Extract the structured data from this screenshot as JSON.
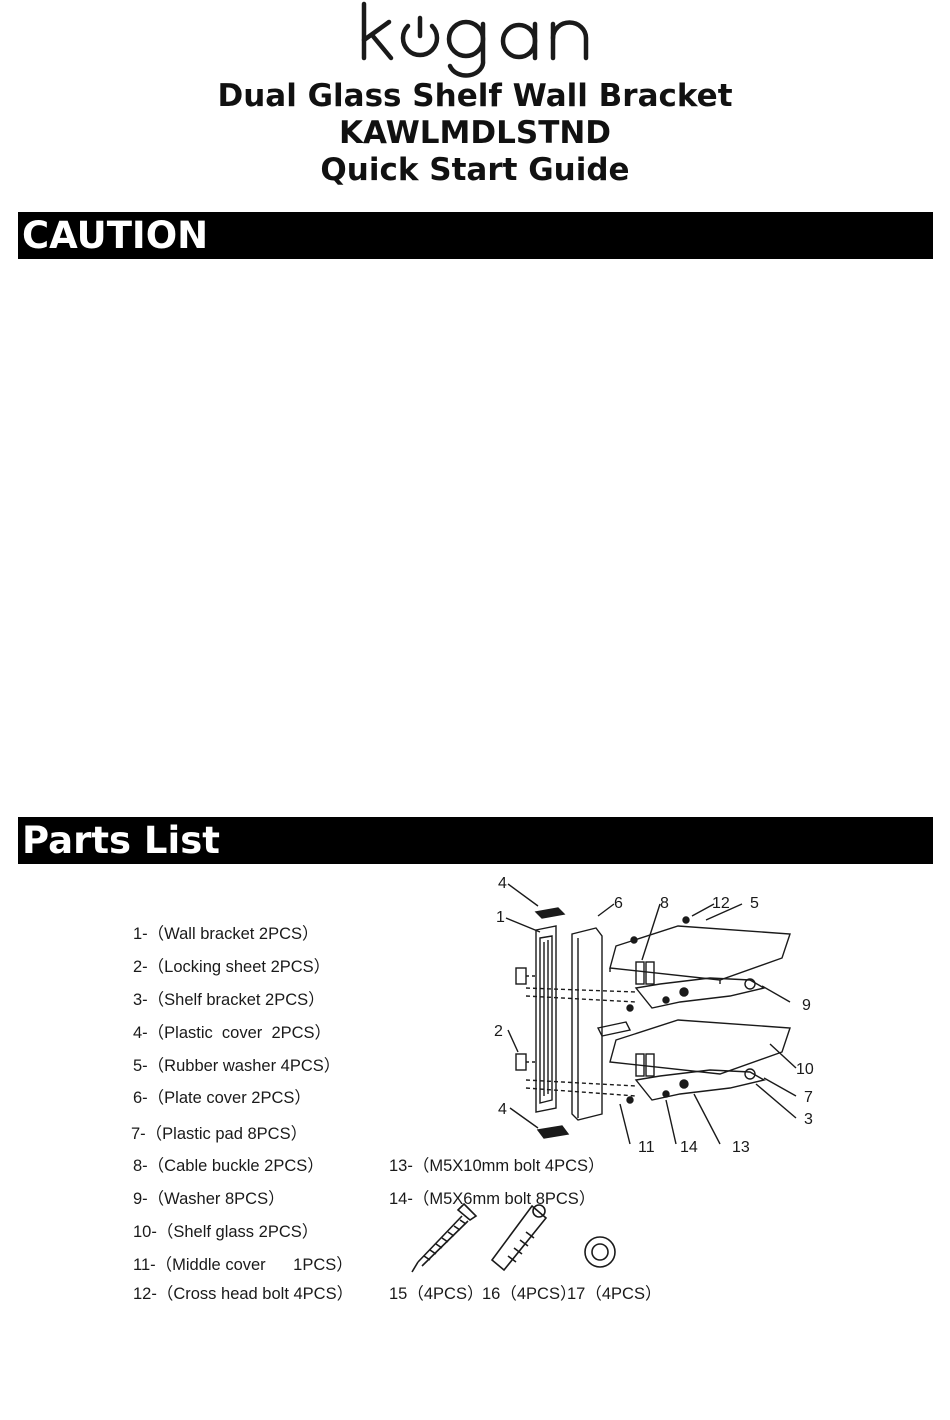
{
  "brand": {
    "logo_text": "kogan"
  },
  "header": {
    "title_line1": "Dual Glass Shelf Wall Bracket",
    "title_line2": "KAWLMDLSTND",
    "title_line3": "Quick Start Guide"
  },
  "sections": {
    "caution": "CAUTION",
    "parts_list": "Parts List"
  },
  "parts_left": [
    "1-（Wall bracket 2PCS）",
    "2-（Locking sheet 2PCS）",
    "3-（Shelf bracket 2PCS）",
    "4-（Plastic  cover  2PCS）",
    "5-（Rubber washer 4PCS）",
    "6-（Plate cover 2PCS）",
    "7-（Plastic pad 8PCS）",
    "8-（Cable buckle 2PCS）",
    "9-（Washer 8PCS）",
    "10-（Shelf glass 2PCS）",
    "11-（Middle cover      1PCS）",
    "12-（Cross head bolt 4PCS）"
  ],
  "parts_right": [
    "13-（M5X10mm bolt 4PCS）",
    "14-（M5X6mm bolt 8PCS）"
  ],
  "hardware_labels": {
    "h15": "15（4PCS）",
    "h16": "16（4PCS）",
    "h17": "17（4PCS）"
  },
  "diagram_callouts": {
    "c1": "1",
    "c2": "2",
    "c3": "3",
    "c4a": "4",
    "c4b": "4",
    "c5": "5",
    "c6": "6",
    "c7": "7",
    "c8": "8",
    "c9": "9",
    "c10": "10",
    "c11": "11",
    "c12": "12",
    "c13": "13",
    "c14": "14"
  }
}
